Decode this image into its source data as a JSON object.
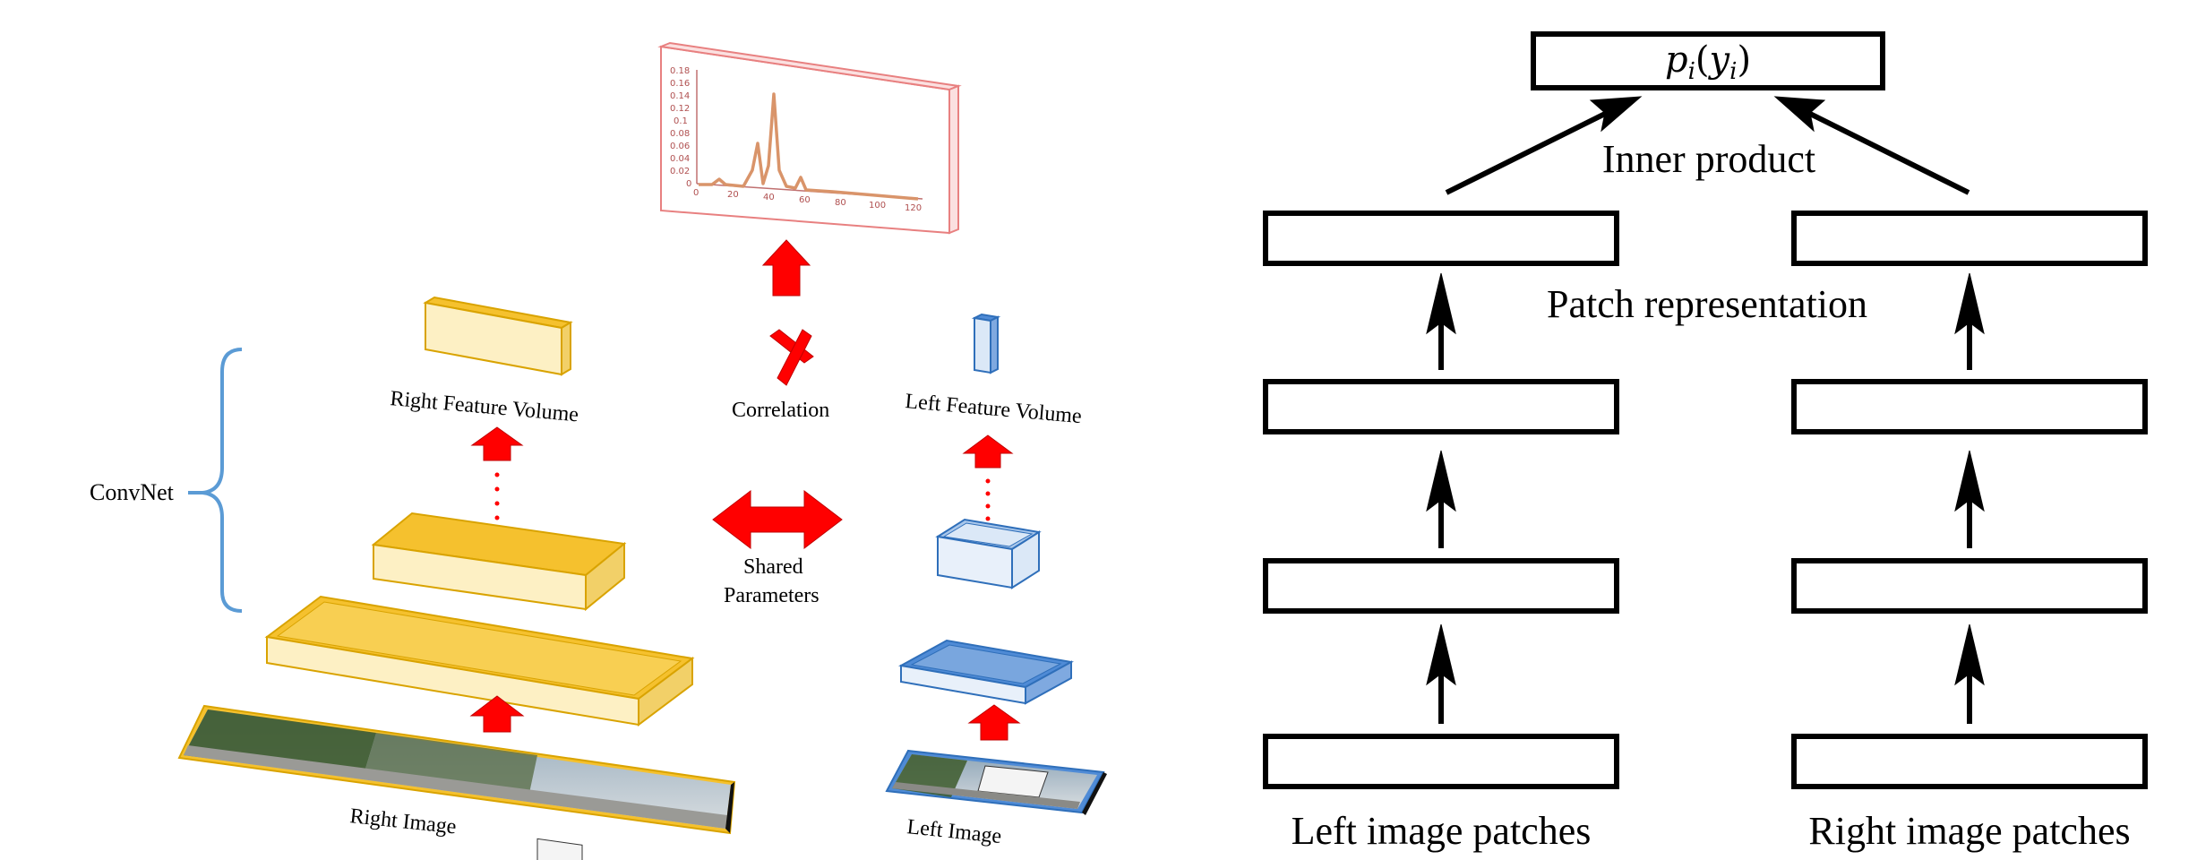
{
  "left_diagram": {
    "convnet_label": "ConvNet",
    "right_feature_volume_label": "Right Feature Volume",
    "left_feature_volume_label": "Left Feature Volume",
    "correlation_label": "Correlation",
    "shared_parameters_line1": "Shared",
    "shared_parameters_line2": "Parameters",
    "right_image_label": "Right Image",
    "left_image_label": "Left Image",
    "colors": {
      "right_branch": "#f5c12e",
      "left_branch": "#4f8bd6",
      "arrows": "#ff0000",
      "brace": "#5b9bd5",
      "plot_frame": "#e88080",
      "plot_curve": "#d9946a"
    },
    "plot": {
      "y_ticks": [
        "0.18",
        "0.16",
        "0.14",
        "0.12",
        "0.1",
        "0.08",
        "0.06",
        "0.04",
        "0.02",
        "0"
      ],
      "x_ticks": [
        "0",
        "20",
        "40",
        "60",
        "80",
        "100",
        "120"
      ]
    }
  },
  "right_diagram": {
    "top_box_label": "p_i(y_i)",
    "inner_product_label": "Inner product",
    "patch_representation_label": "Patch representation",
    "left_patches_label": "Left image patches",
    "right_patches_label": "Right image patches"
  }
}
